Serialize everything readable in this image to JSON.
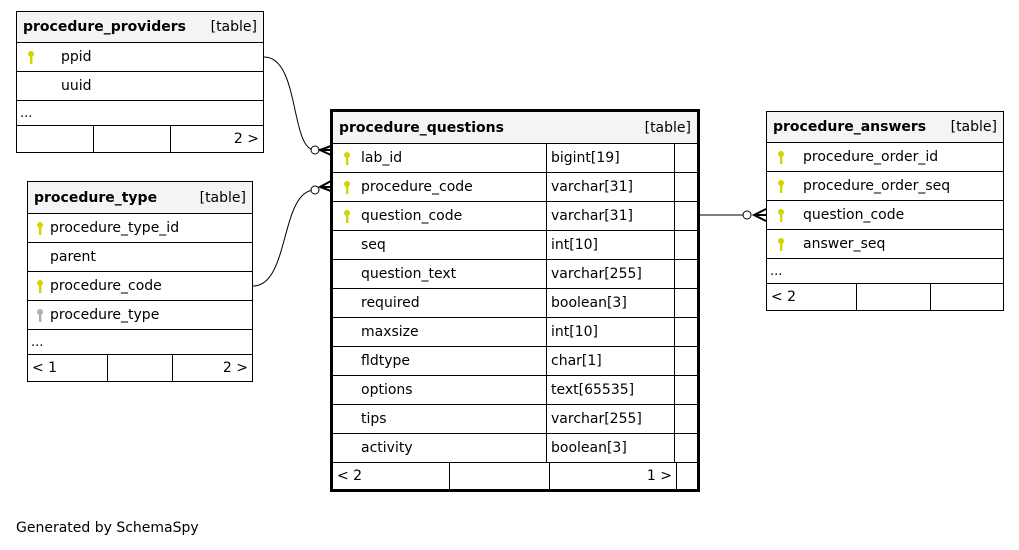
{
  "tables": {
    "providers": {
      "name": "procedure_providers",
      "kind": "[table]",
      "columns": [
        {
          "name": "ppid",
          "key": "primary"
        },
        {
          "name": "uuid",
          "key": "none"
        }
      ],
      "more": "...",
      "footer": {
        "left": "",
        "middle": "",
        "right": "2 >"
      }
    },
    "type": {
      "name": "procedure_type",
      "kind": "[table]",
      "columns": [
        {
          "name": "procedure_type_id",
          "key": "primary"
        },
        {
          "name": "parent",
          "key": "none"
        },
        {
          "name": "procedure_code",
          "key": "primary"
        },
        {
          "name": "procedure_type",
          "key": "index"
        }
      ],
      "more": "...",
      "footer": {
        "left": "< 1",
        "middle": "",
        "right": "2 >"
      }
    },
    "questions": {
      "name": "procedure_questions",
      "kind": "[table]",
      "columns": [
        {
          "name": "lab_id",
          "type": "bigint[19]",
          "key": "primary"
        },
        {
          "name": "procedure_code",
          "type": "varchar[31]",
          "key": "primary"
        },
        {
          "name": "question_code",
          "type": "varchar[31]",
          "key": "primary"
        },
        {
          "name": "seq",
          "type": "int[10]",
          "key": "none"
        },
        {
          "name": "question_text",
          "type": "varchar[255]",
          "key": "none"
        },
        {
          "name": "required",
          "type": "boolean[3]",
          "key": "none"
        },
        {
          "name": "maxsize",
          "type": "int[10]",
          "key": "none"
        },
        {
          "name": "fldtype",
          "type": "char[1]",
          "key": "none"
        },
        {
          "name": "options",
          "type": "text[65535]",
          "key": "none"
        },
        {
          "name": "tips",
          "type": "varchar[255]",
          "key": "none"
        },
        {
          "name": "activity",
          "type": "boolean[3]",
          "key": "none"
        }
      ],
      "footer": {
        "left": "< 2",
        "middle": "",
        "right": "1 >"
      }
    },
    "answers": {
      "name": "procedure_answers",
      "kind": "[table]",
      "columns": [
        {
          "name": "procedure_order_id",
          "key": "primary"
        },
        {
          "name": "procedure_order_seq",
          "key": "primary"
        },
        {
          "name": "question_code",
          "key": "primary"
        },
        {
          "name": "answer_seq",
          "key": "primary"
        }
      ],
      "more": "...",
      "footer": {
        "left": "< 2",
        "middle": "",
        "right": ""
      }
    }
  },
  "colors": {
    "primary_key": "#d4d400",
    "index_key": "#b0b0b0"
  },
  "footer_text": "Generated by SchemaSpy"
}
